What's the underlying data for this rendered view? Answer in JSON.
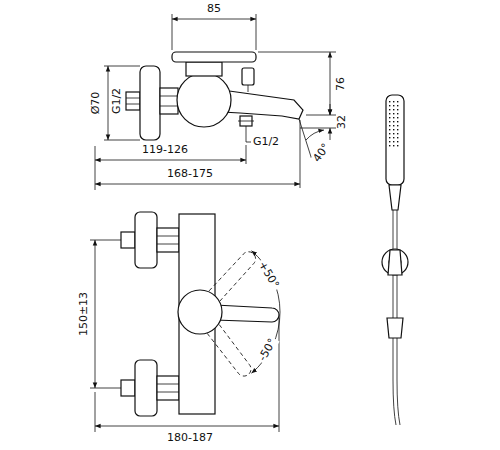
{
  "diagram": {
    "labels": [
      "85",
      "76",
      "Ø70",
      "G1/2",
      "32",
      "40°",
      "G1/2",
      "119-126",
      "168-175",
      "150±13",
      "+50°",
      "-50°",
      "180-187"
    ]
  }
}
